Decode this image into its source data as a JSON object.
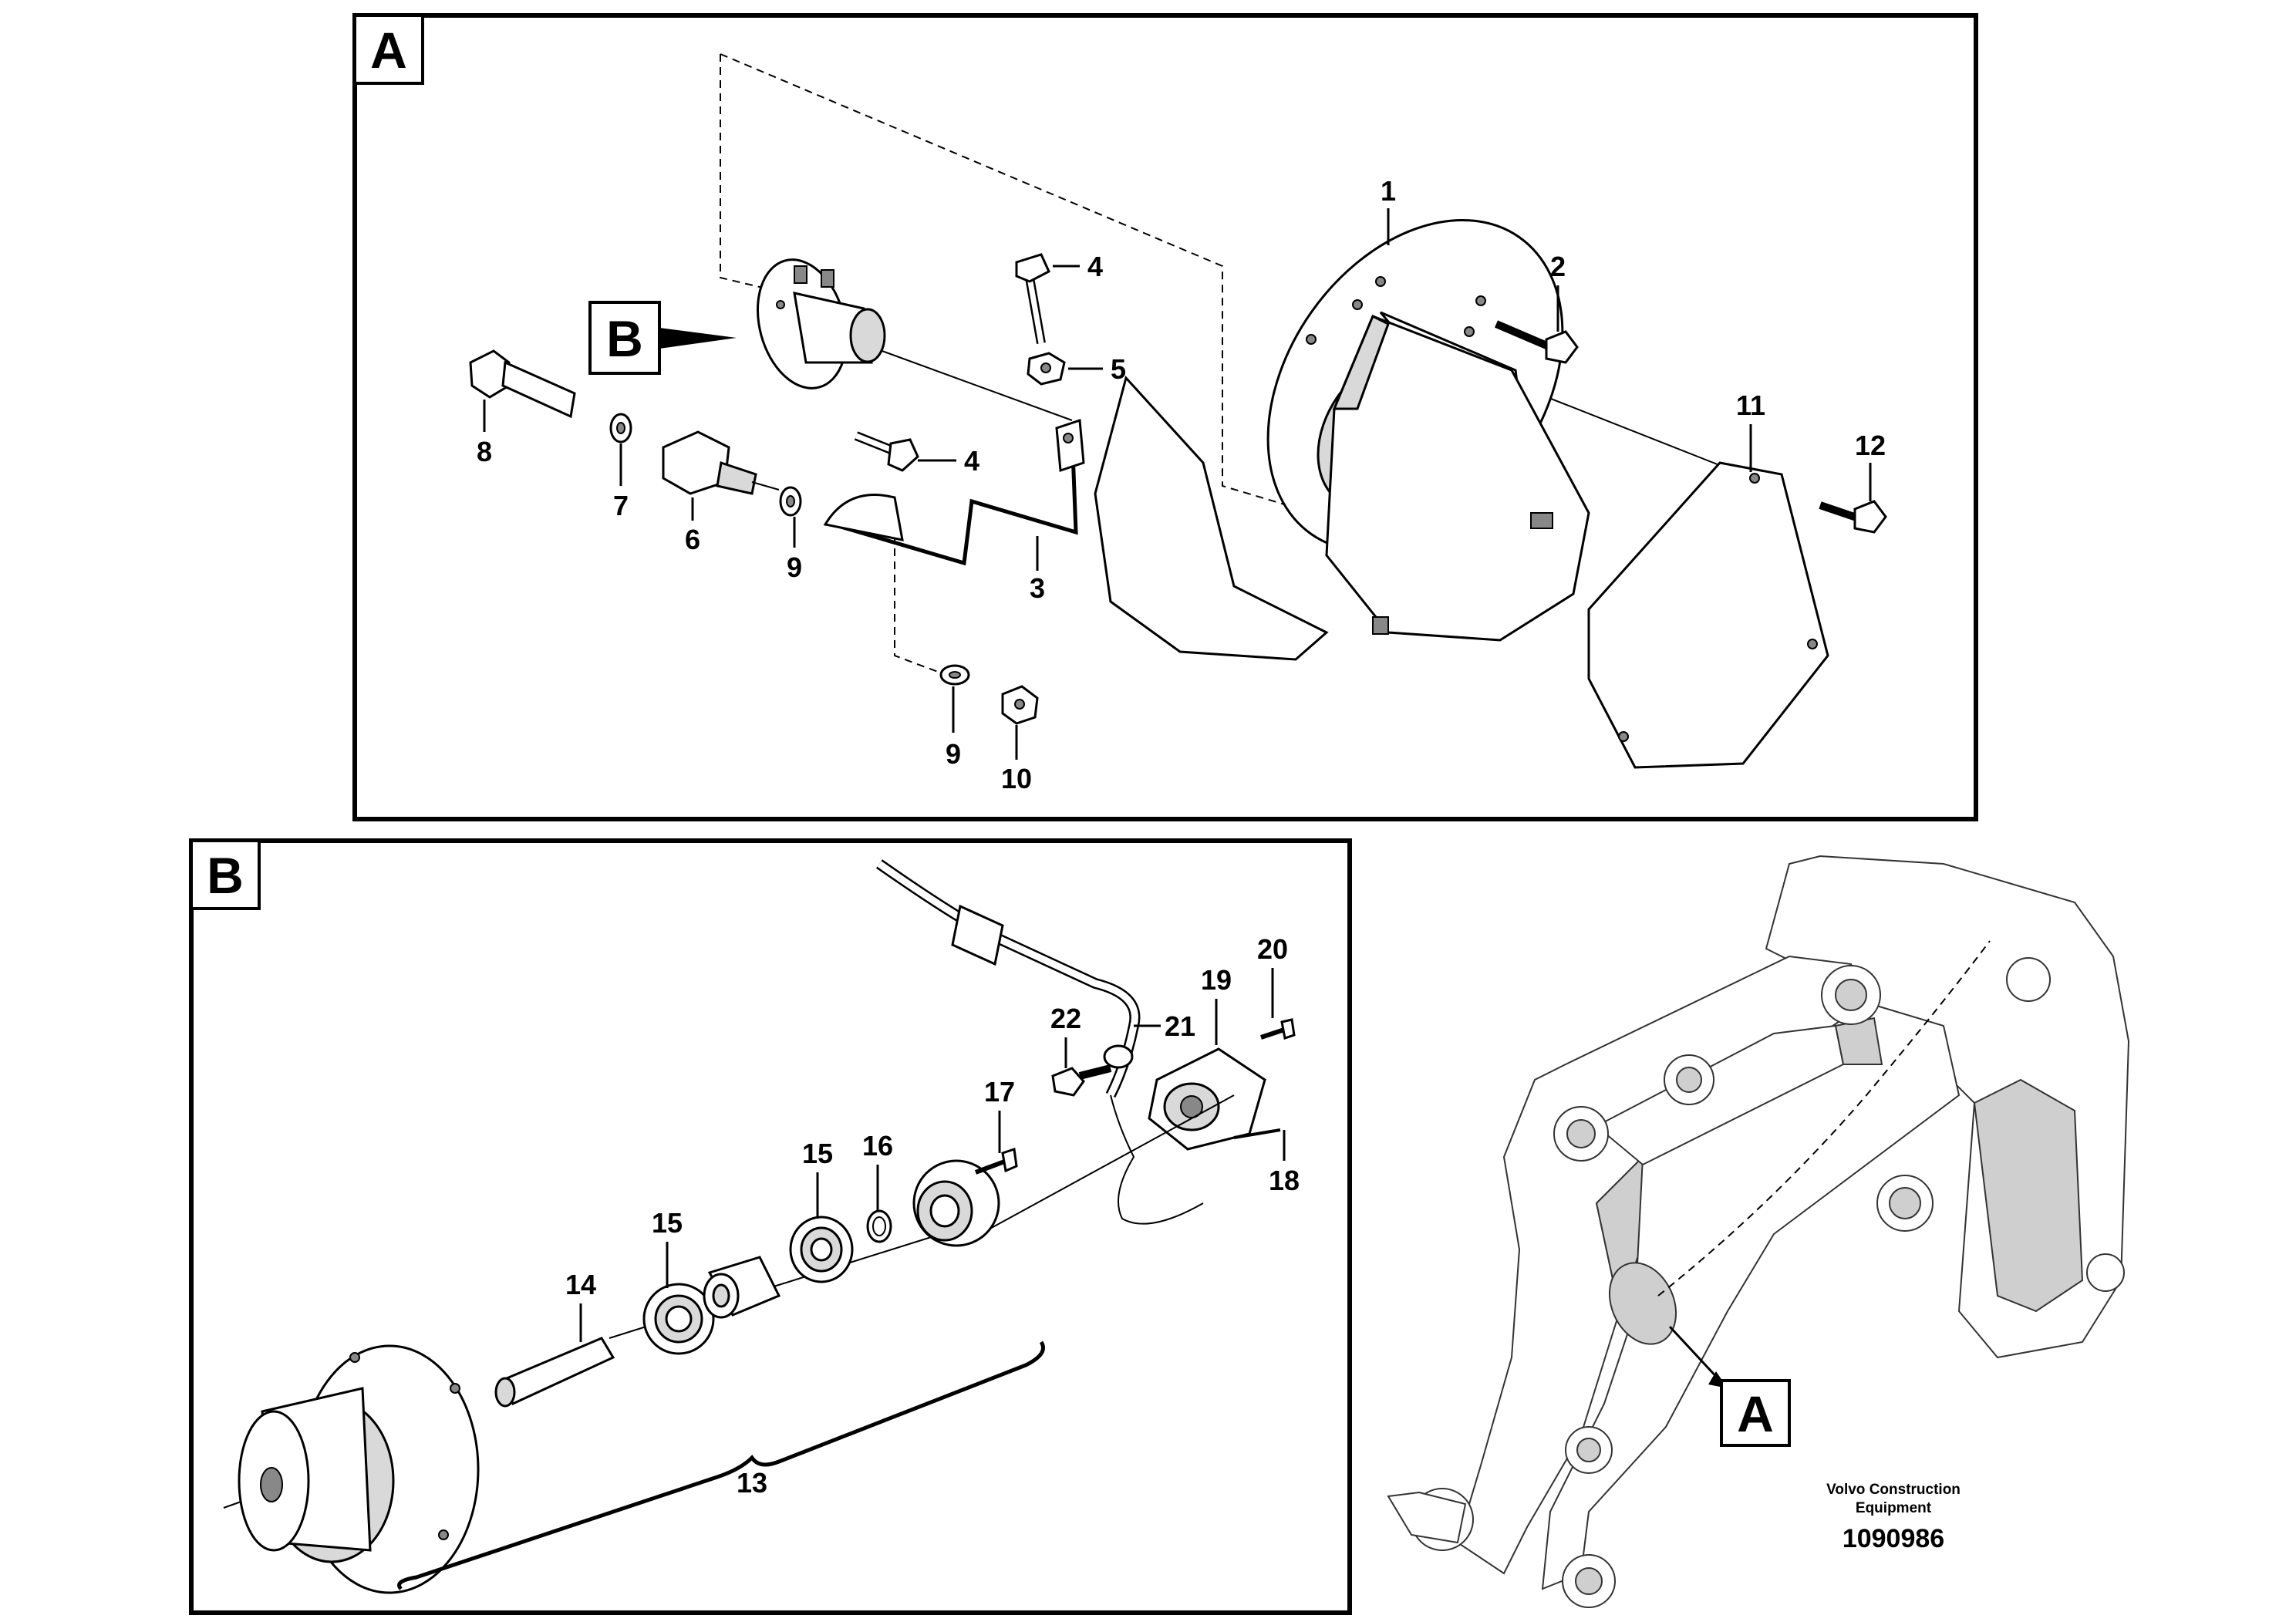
{
  "views": {
    "a": {
      "tag": "A"
    },
    "b": {
      "tag": "B"
    },
    "overview": {
      "tag": "A"
    }
  },
  "callouts": {
    "c1": "1",
    "c2": "2",
    "c3": "3",
    "c4a": "4",
    "c4b": "4",
    "c5": "5",
    "c6": "6",
    "c7": "7",
    "c8": "8",
    "c9a": "9",
    "c9b": "9",
    "c10": "10",
    "c11": "11",
    "c12": "12",
    "c13": "13",
    "c14": "14",
    "c15a": "15",
    "c15b": "15",
    "c16": "16",
    "c17": "17",
    "c18": "18",
    "c19": "19",
    "c20": "20",
    "c21": "21",
    "c22": "22"
  },
  "detail_ref_tag": "B",
  "footer": {
    "brand_line1": "Volvo Construction",
    "brand_line2": "Equipment",
    "doc_number": "1090986"
  },
  "icons": {
    "view_tag": "letter-box-icon",
    "detail_reference": "arrow-pointer-icon"
  }
}
